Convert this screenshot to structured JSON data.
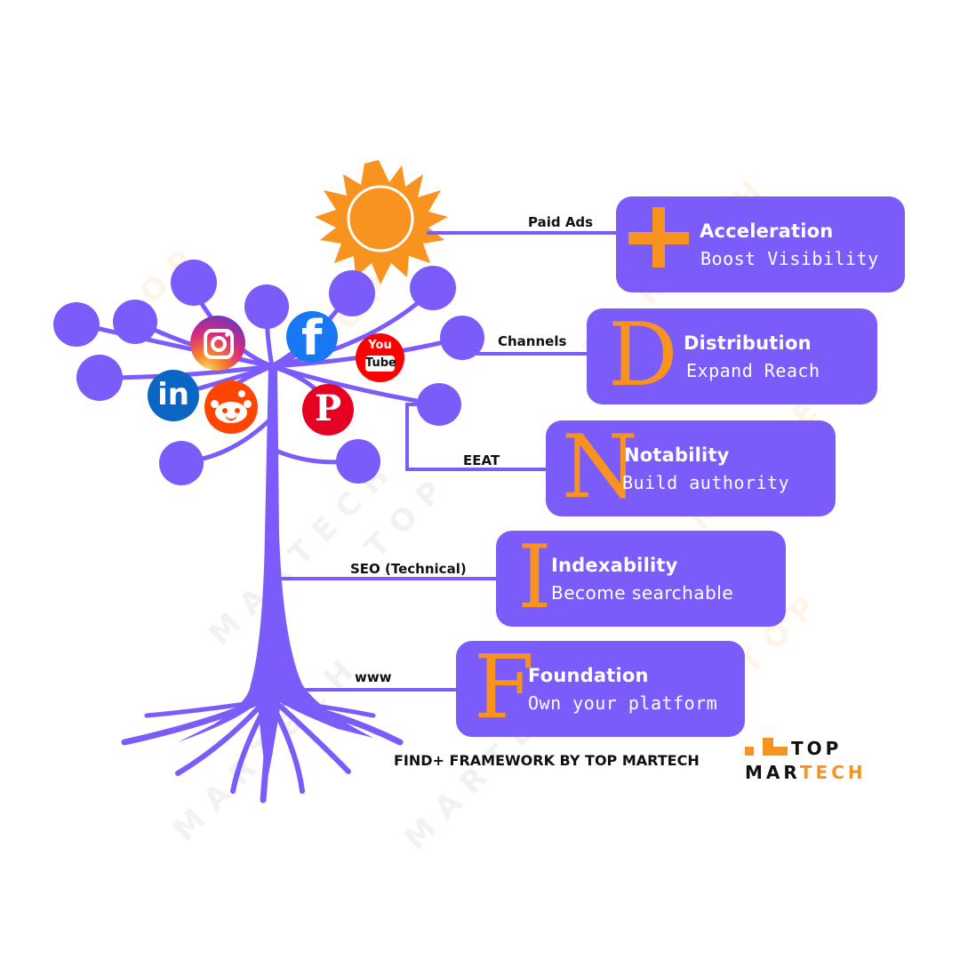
{
  "title": "FIND+ Framework by Top Martech",
  "colors": {
    "purple": "#7b5cfb",
    "orange": "#f7931e",
    "text_dark": "#111111",
    "white": "#ffffff"
  },
  "sun": {
    "icon": "sun-icon",
    "connector_label": "Paid Ads"
  },
  "cards": [
    {
      "key": "plus",
      "letter": "+",
      "title": "Acceleration",
      "subtitle": "Boost Visibility",
      "connector_label": "Paid Ads"
    },
    {
      "key": "D",
      "letter": "D",
      "title": "Distribution",
      "subtitle": "Expand Reach",
      "connector_label": "Channels"
    },
    {
      "key": "N",
      "letter": "N",
      "title": "Notability",
      "subtitle": "Build authority",
      "connector_label": "EEAT"
    },
    {
      "key": "I",
      "letter": "I",
      "title": "Indexability",
      "subtitle": "Become searchable",
      "connector_label": "SEO (Technical)"
    },
    {
      "key": "F",
      "letter": "F",
      "title": "Foundation",
      "subtitle": "Own your platform",
      "connector_label": "www"
    }
  ],
  "social_icons": [
    {
      "name": "instagram",
      "icon": "instagram-icon"
    },
    {
      "name": "facebook",
      "icon": "facebook-icon",
      "glyph": "f"
    },
    {
      "name": "youtube",
      "icon": "youtube-icon",
      "glyph_top": "You",
      "glyph_bottom": "Tube"
    },
    {
      "name": "linkedin",
      "icon": "linkedin-icon",
      "glyph": "in"
    },
    {
      "name": "reddit",
      "icon": "reddit-icon"
    },
    {
      "name": "pinterest",
      "icon": "pinterest-icon",
      "glyph": "P"
    }
  ],
  "footer": {
    "text": "FIND+ FRAMEWORK BY TOP MARTECH"
  },
  "logo": {
    "line1": "TOP",
    "line2_a": "MAR",
    "line2_b": "TECH"
  },
  "watermark": {
    "line1": "TOP",
    "line2": "MARTECH"
  }
}
